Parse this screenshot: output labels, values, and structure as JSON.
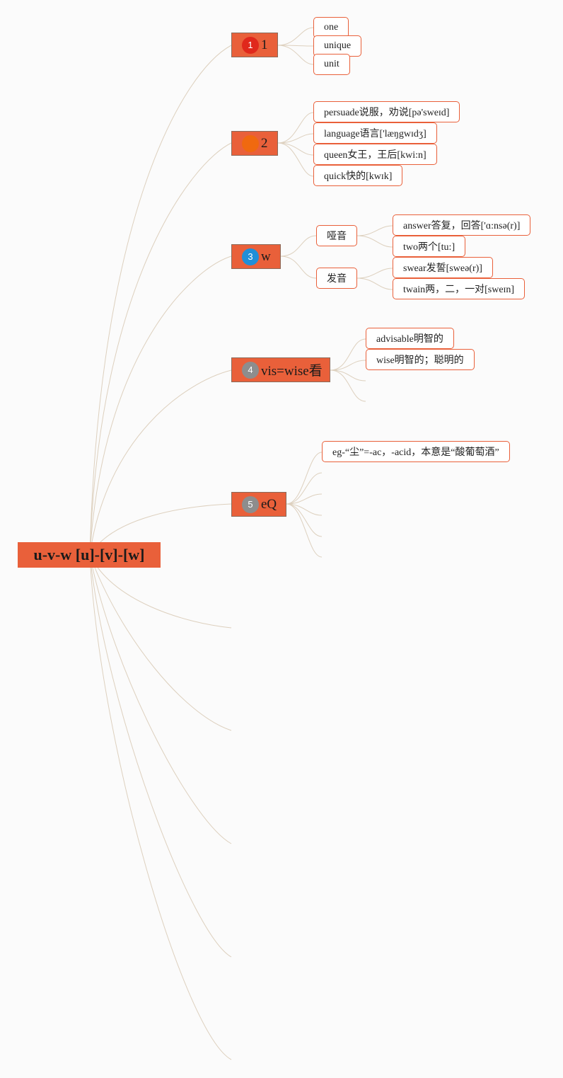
{
  "root": {
    "title": "u-v-w [u]-[v]-[w]"
  },
  "branches": [
    {
      "label": "1",
      "badge": {
        "text": "1",
        "color": "#e0281c"
      },
      "leaves": [
        "one",
        "unique",
        "unit"
      ]
    },
    {
      "label": "2",
      "badge": {
        "text": "",
        "color": "#f0690f"
      },
      "leaves": [
        "persuade说服，劝说[pə'sweɪd]",
        "language语言['læŋgwɪdʒ]",
        "queen女王，王后[kwi:n]",
        "quick快的[kwɪk]"
      ]
    },
    {
      "label": "w",
      "badge": {
        "text": "3",
        "color": "#1f8fd8"
      },
      "groups": [
        {
          "label": "哑音",
          "leaves": [
            "answer答复，回答['ɑ:nsə(r)]",
            "two两个[tu:]"
          ]
        },
        {
          "label": "发音",
          "leaves": [
            "swear发誓[sweə(r)]",
            "twain两，二，一对[sweɪn]"
          ]
        }
      ]
    },
    {
      "label": "vis=wise看",
      "badge": {
        "text": "4",
        "color": "#8d8d8d"
      },
      "leaves": [
        "advisable明智的",
        "wise明智的；聪明的"
      ]
    },
    {
      "label": "eQ",
      "badge": {
        "text": "5",
        "color": "#8d8d8d"
      },
      "leaves": [
        "eg-“尘”=-ac，-acid，本意是“酸葡萄酒”"
      ]
    }
  ],
  "colors": {
    "accent": "#e9603a",
    "link": "#ddd0be"
  }
}
